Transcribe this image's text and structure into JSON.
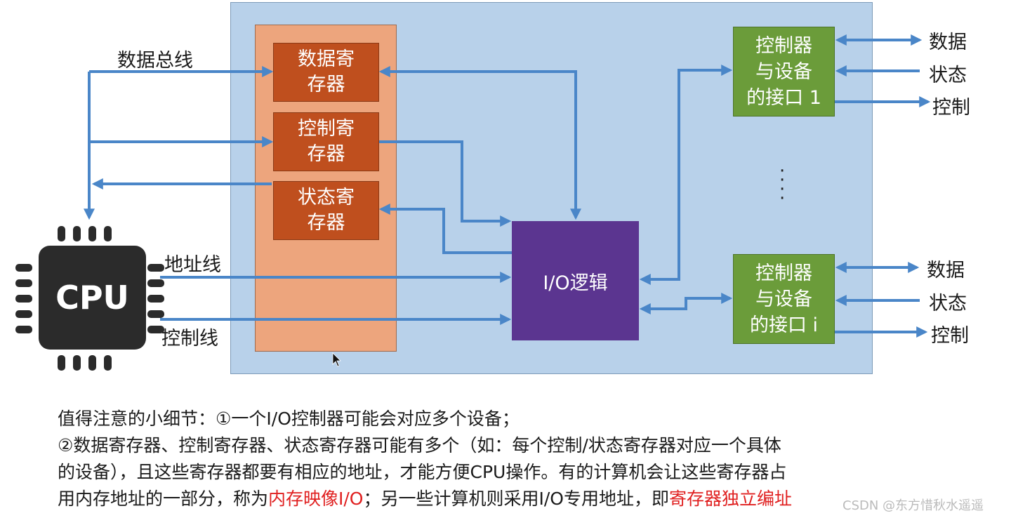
{
  "diagram": {
    "labels": {
      "data_bus": "数据总线",
      "address_line": "地址线",
      "control_line": "控制线"
    },
    "registers": {
      "data": [
        "数据寄",
        "存器"
      ],
      "control": [
        "控制寄",
        "存器"
      ],
      "status": [
        "状态寄",
        "存器"
      ]
    },
    "io_logic": "I/O逻辑",
    "cpu": "CPU",
    "interface_1": [
      "控制器",
      "与设备",
      "的接口 1"
    ],
    "interface_i": [
      "控制器",
      "与设备",
      "的接口 i"
    ],
    "device_signals_1": [
      "数据",
      "状态",
      "控制"
    ],
    "device_signals_i": [
      "数据",
      "状态",
      "控制"
    ],
    "ellipsis": "⋮"
  },
  "note": {
    "line1": "值得注意的小细节：①一个I/O控制器可能会对应多个设备；",
    "line2": "②数据寄存器、控制寄存器、状态寄存器可能有多个（如：每个控制/状态寄存器对应一个具体",
    "line3": "的设备），且这些寄存器都要有相应的地址，才能方便CPU操作。有的计算机会让这些寄存器占",
    "line4_a": "用内存地址的一部分，称为",
    "line4_red1": "内存映像I/O",
    "line4_b": "；另一些计算机则采用I/O专用地址，即",
    "line4_red2": "寄存器独立编址"
  },
  "watermark": "CSDN @东方惜秋水遥遥",
  "colors": {
    "arrow": "#4a86c8",
    "panel": "#b8d1ea",
    "register_column": "#eda57d",
    "register": "#bf4f1e",
    "io_logic": "#5b3590",
    "interface": "#6b9c3a",
    "highlight": "#e02020"
  }
}
